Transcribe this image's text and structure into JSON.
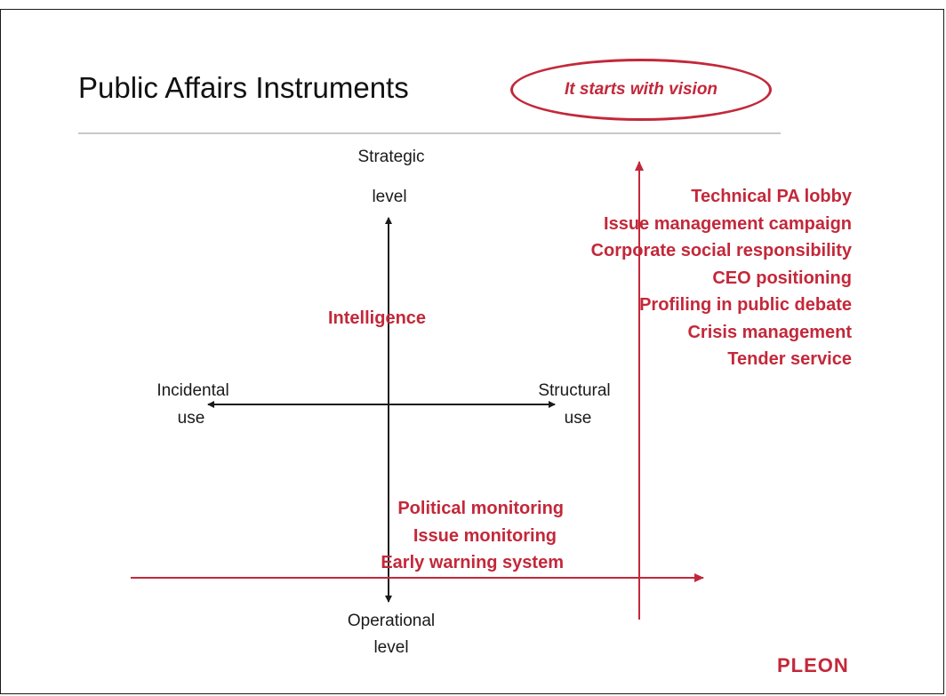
{
  "slide": {
    "title": "Public Affairs Instruments",
    "tagline": "It starts with vision",
    "logo": "PLEON"
  },
  "axes": {
    "top": [
      "Strategic",
      "level"
    ],
    "bottom": [
      "Operational",
      "level"
    ],
    "left": [
      "Incidental",
      "use"
    ],
    "right": [
      "Structural",
      "use"
    ]
  },
  "instruments": {
    "center": "Intelligence",
    "operational": [
      "Political monitoring",
      "Issue monitoring",
      "Early warning system"
    ],
    "strategic": [
      "Technical PA lobby",
      "Issue management campaign",
      "Corporate social responsibility",
      "CEO positioning",
      "Profiling in public debate",
      "Crisis management",
      "Tender service"
    ]
  },
  "colors": {
    "accent": "#c3283a",
    "text": "#1a1a1a",
    "divider": "#c9c9c9"
  }
}
